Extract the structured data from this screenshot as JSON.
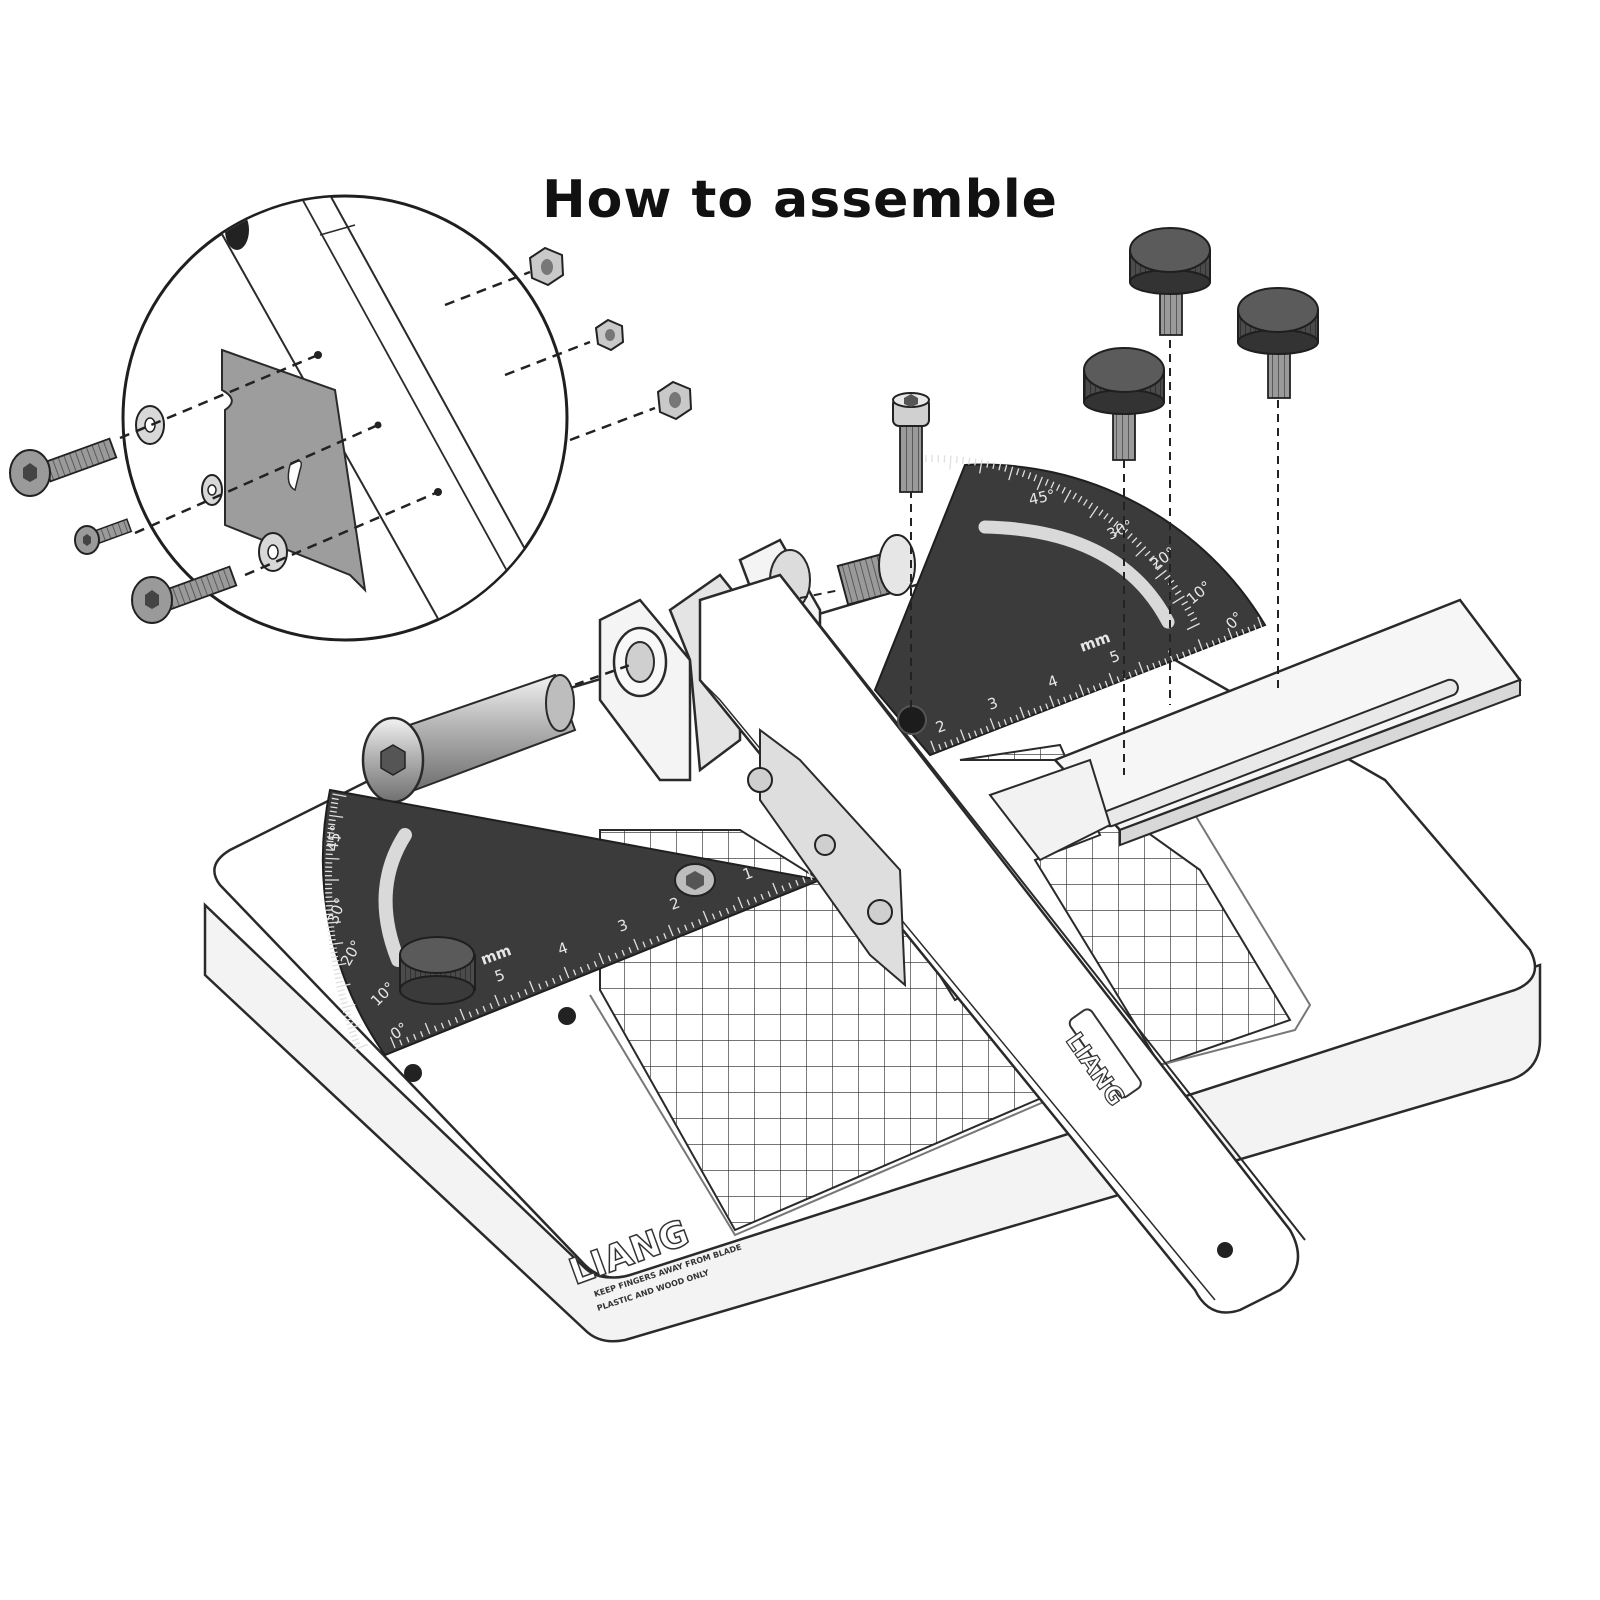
{
  "title": "How to assemble",
  "brand": "LIANG",
  "warning_lines": [
    "KEEP FINGERS AWAY FROM BLADE",
    "PLASTIC AND WOOD ONLY"
  ],
  "left_protractor": {
    "angle_labels": [
      "45°",
      "30°",
      "20°",
      "10°",
      "0°"
    ],
    "unit": "mm",
    "ruler_numbers": [
      "1",
      "2",
      "3",
      "4",
      "5"
    ]
  },
  "right_protractor": {
    "angle_labels": [
      "45°",
      "30°",
      "20°",
      "10°",
      "0°"
    ],
    "unit": "mm",
    "ruler_numbers": [
      "2",
      "3",
      "4",
      "5"
    ]
  },
  "colors": {
    "dark_plate": "#3b3b3b",
    "board": "#ffffff",
    "outline": "#2a2a2a",
    "metal": "#b9b9b9",
    "knob": "#4a4a4a"
  },
  "icons": [
    "hex-nut-icon",
    "socket-screw-icon",
    "washer-icon",
    "thumb-screw-icon",
    "pivot-pin-icon",
    "blade-icon"
  ]
}
